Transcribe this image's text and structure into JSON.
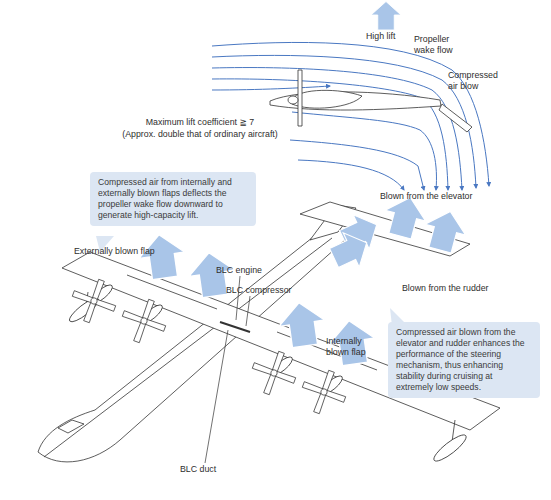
{
  "diagram": {
    "nodes": [
      {
        "text": [
          "Compressed air from internally and externally blown flaps deflects the propeller wake flow downward to generate high-capacity lift."
        ]
      },
      {
        "text": [
          "Compressed air blown from the elevator and rudder enhances the performance of the steering mechanism, thus enhancing stability during cruising at extremely low speeds."
        ]
      }
    ],
    "labels": [
      "High lift",
      "Propeller wake flow",
      "Compressed air blow",
      "Maximum lift coefficient ≧ 7",
      "(Approx. double that of ordinary aircraft)",
      "Externally blown flap",
      "BLC engine",
      "BLC compressor",
      "Blown from the elevator",
      "Blown from the rudder",
      "Internally blown flap",
      "BLC duct"
    ]
  }
}
